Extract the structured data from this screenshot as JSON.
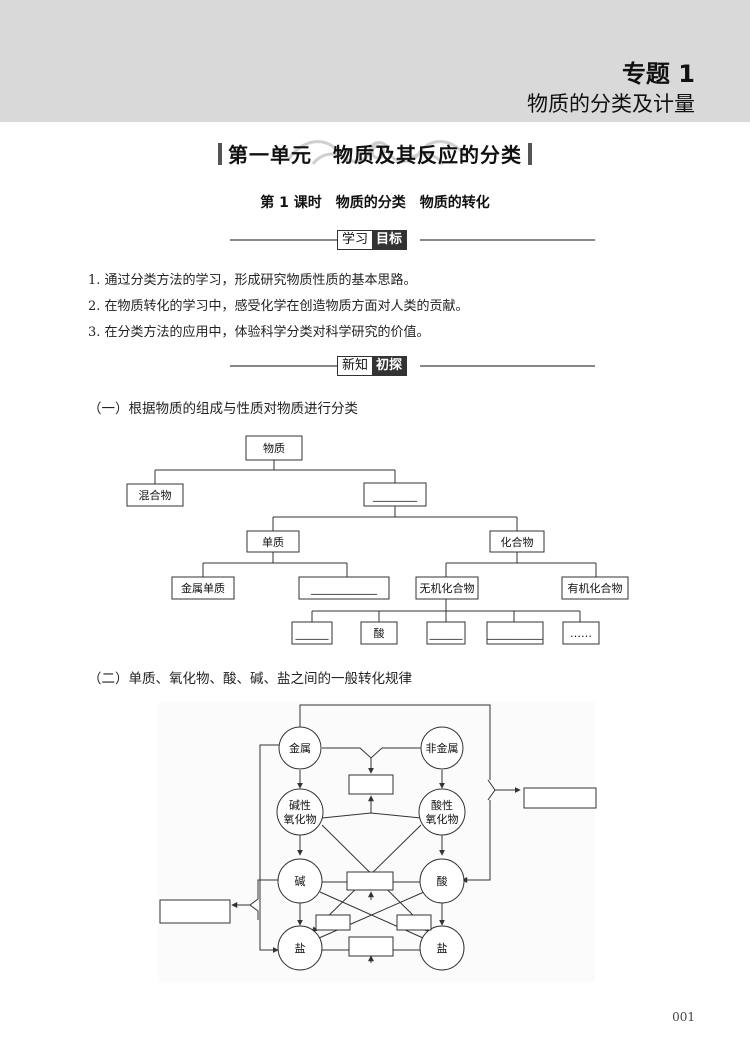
{
  "header": {
    "topic": "专题 1",
    "subtitle": "物质的分类及计量"
  },
  "unit": {
    "title": "第一单元　物质及其反应的分类"
  },
  "lesson": {
    "title": "第 1 课时　物质的分类　物质的转化"
  },
  "goals_section": {
    "tag_left": "学习",
    "tag_right": "目标",
    "items": [
      "1. 通过分类方法的学习，形成研究物质性质的基本思路。",
      "2. 在物质转化的学习中，感受化学在创造物质方面对人类的贡献。",
      "3. 在分类方法的应用中，体验科学分类对科学研究的价值。"
    ]
  },
  "knowledge_section": {
    "tag_left": "新知",
    "tag_right": "初探"
  },
  "part1": {
    "heading": "（一）根据物质的组成与性质对物质进行分类",
    "nodes": {
      "root": "物质",
      "mixture": "混合物",
      "pure_blank": "________",
      "element": "单质",
      "compound": "化合物",
      "metal_element": "金属单质",
      "nonmetal_blank": "____________",
      "inorganic": "无机化合物",
      "organic": "有机化合物",
      "blank1": "______",
      "acid": "酸",
      "blank2": "______",
      "blank3": "__________",
      "ellipsis": "……"
    }
  },
  "part2": {
    "heading": "（二）单质、氧化物、酸、碱、盐之间的一般转化规律",
    "nodes": {
      "metal": "金属",
      "nonmetal": "非金属",
      "basic_oxide_1": "碱性",
      "basic_oxide_2": "氧化物",
      "acidic_oxide_1": "酸性",
      "acidic_oxide_2": "氧化物",
      "base": "碱",
      "acid": "酸",
      "salt_left": "盐",
      "salt_right": "盐"
    }
  },
  "page_number": "001"
}
